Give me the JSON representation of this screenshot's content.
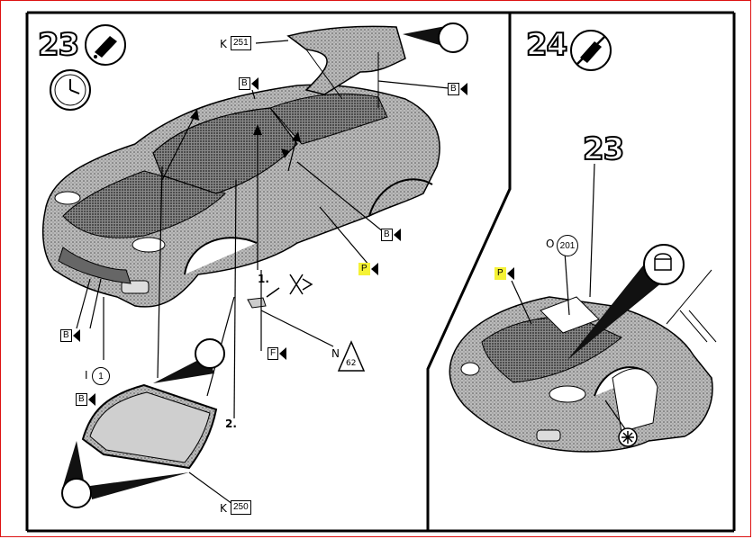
{
  "steps": {
    "left": "23",
    "right": "24",
    "right_ref": "23"
  },
  "labels": {
    "k_top": "K",
    "k_top_part": "251",
    "k_bottom": "K",
    "k_bottom_part": "250",
    "b": "B",
    "p": "P",
    "f": "F",
    "n": "N",
    "n_num": "62",
    "i": "I",
    "i_num": "1",
    "o": "O",
    "o_num": "201",
    "sub1": "1.",
    "sub2": "2."
  },
  "colors": {
    "highlight": "#f5f235",
    "border_red": "#d11111",
    "ink": "#000000",
    "hatch": "#777777"
  },
  "icons": [
    "glue-tube-icon",
    "clock-icon",
    "no-glue-icon",
    "paint-can-icon",
    "snowflake-glue-icon",
    "no-cross-icon"
  ]
}
